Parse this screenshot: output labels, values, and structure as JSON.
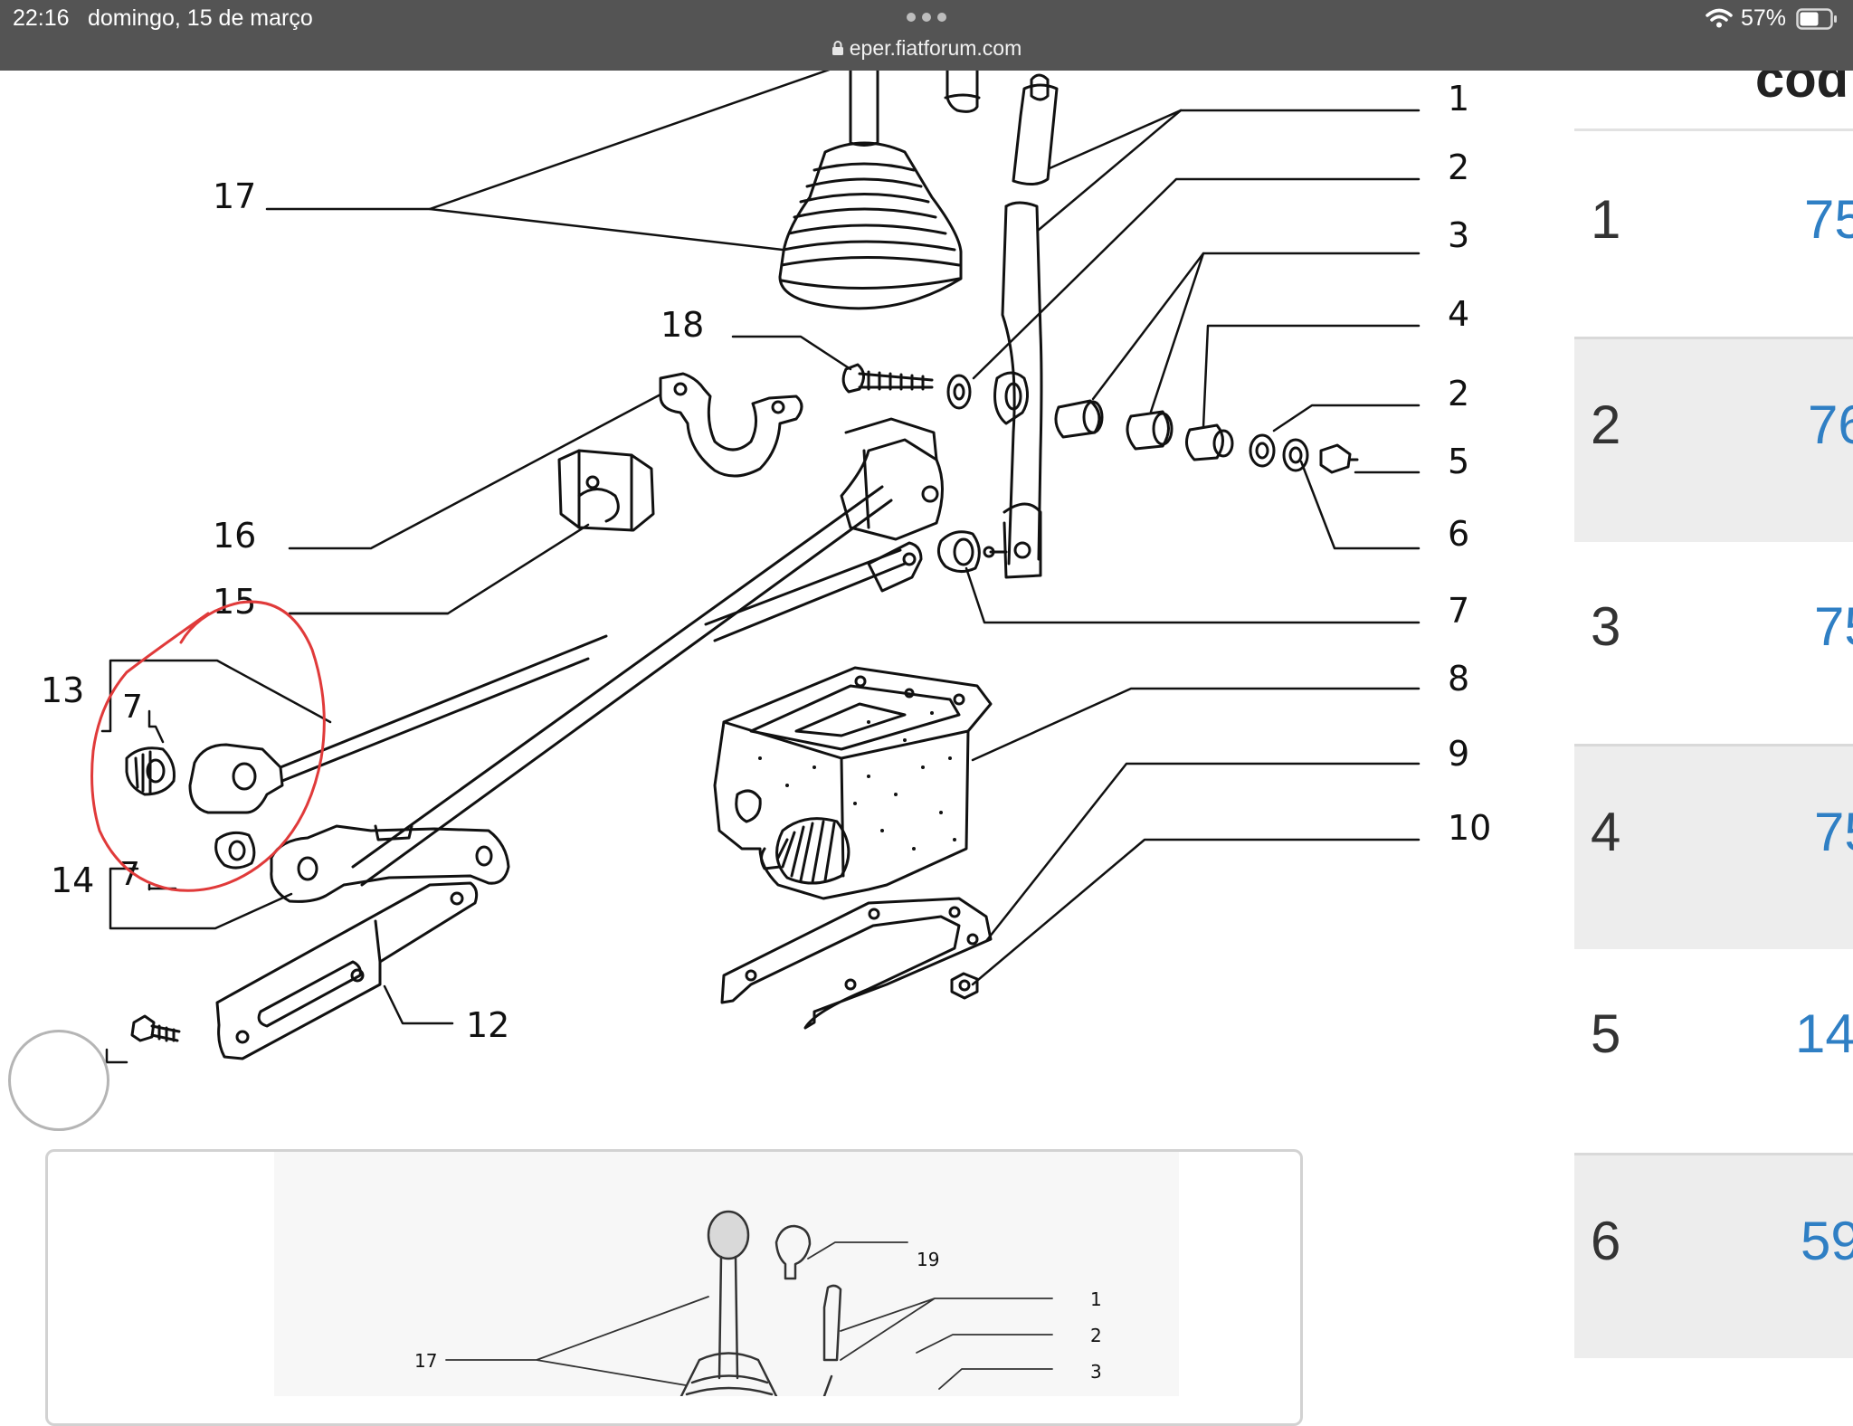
{
  "status_bar": {
    "time": "22:16",
    "date": "domingo, 15 de março",
    "url": "eper.fiatforum.com",
    "battery": "57%"
  },
  "diagram": {
    "callouts": [
      "1",
      "2",
      "3",
      "4",
      "2",
      "5",
      "6",
      "7",
      "8",
      "9",
      "10",
      "12",
      "13",
      "7",
      "14",
      "7",
      "15",
      "16",
      "17",
      "18"
    ],
    "annotation_color": "#e03a3a"
  },
  "right_panel": {
    "header": "cod",
    "rows": [
      {
        "num": "1",
        "code": "75"
      },
      {
        "num": "2",
        "code": "76"
      },
      {
        "num": "3",
        "code": "75"
      },
      {
        "num": "4",
        "code": "75"
      },
      {
        "num": "5",
        "code": "14"
      },
      {
        "num": "6",
        "code": "59"
      }
    ],
    "code_color": "#2f7fc4"
  },
  "thumbnail": {
    "callouts": [
      "19",
      "1",
      "17",
      "2",
      "3"
    ]
  }
}
